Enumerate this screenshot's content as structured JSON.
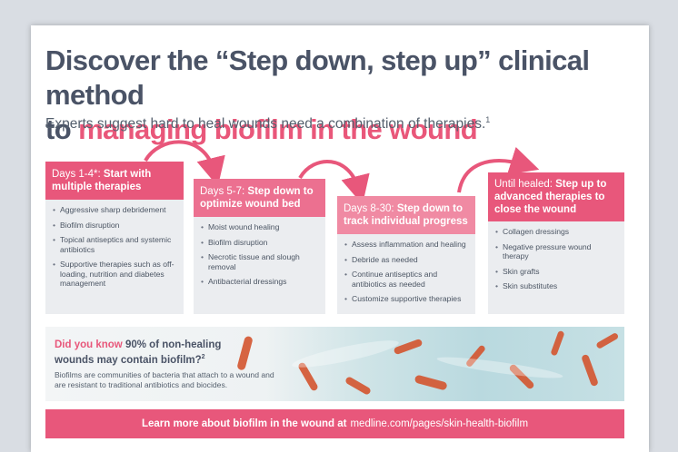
{
  "header": {
    "title_line1": "Discover the “Step down, step up” clinical method",
    "title_line2_prefix": "to ",
    "title_line2_highlight": "managing biofilm in the wound",
    "subtitle": "Experts suggest hard to heal wounds need a combination of therapies.",
    "subtitle_ref": "1"
  },
  "stages": [
    {
      "days": "Days 1-4*:",
      "heading": "Start with multiple therapies",
      "items": [
        "Aggressive sharp debridement",
        "Biofilm disruption",
        "Topical antiseptics and systemic antibiotics",
        "Supportive therapies such as off-loading, nutrition and diabetes management"
      ]
    },
    {
      "days": "Days 5-7:",
      "heading": "Step down to optimize wound bed",
      "items": [
        "Moist wound healing",
        "Biofilm disruption",
        "Necrotic tissue and slough removal",
        "Antibacterial dressings"
      ]
    },
    {
      "days": "Days 8-30:",
      "heading": "Step down to track individual progress",
      "items": [
        "Assess inflammation and healing",
        "Debride as needed",
        "Continue antiseptics and antibiotics as needed",
        "Customize supportive therapies"
      ]
    },
    {
      "days": "Until healed:",
      "heading": "Step up to advanced therapies to close the wound",
      "items": [
        "Collagen dressings",
        "Negative pressure wound therapy",
        "Skin grafts",
        "Skin substitutes"
      ]
    }
  ],
  "banner": {
    "did_you_know": "Did you know",
    "stat_line1": "90% of non-healing",
    "stat_line2": "wounds may contain biofilm?",
    "stat_ref": "2",
    "description": "Biofilms are communities of bacteria that attach to a wound and are resistant to traditional antibiotics and biocides."
  },
  "cta": {
    "text": "Learn more about biofilm in the wound at",
    "url": "medline.com/pages/skin-health-biofilm"
  },
  "colors": {
    "pink": "#e8577b",
    "slate": "#4a5366",
    "panel": "#ebedf0"
  }
}
